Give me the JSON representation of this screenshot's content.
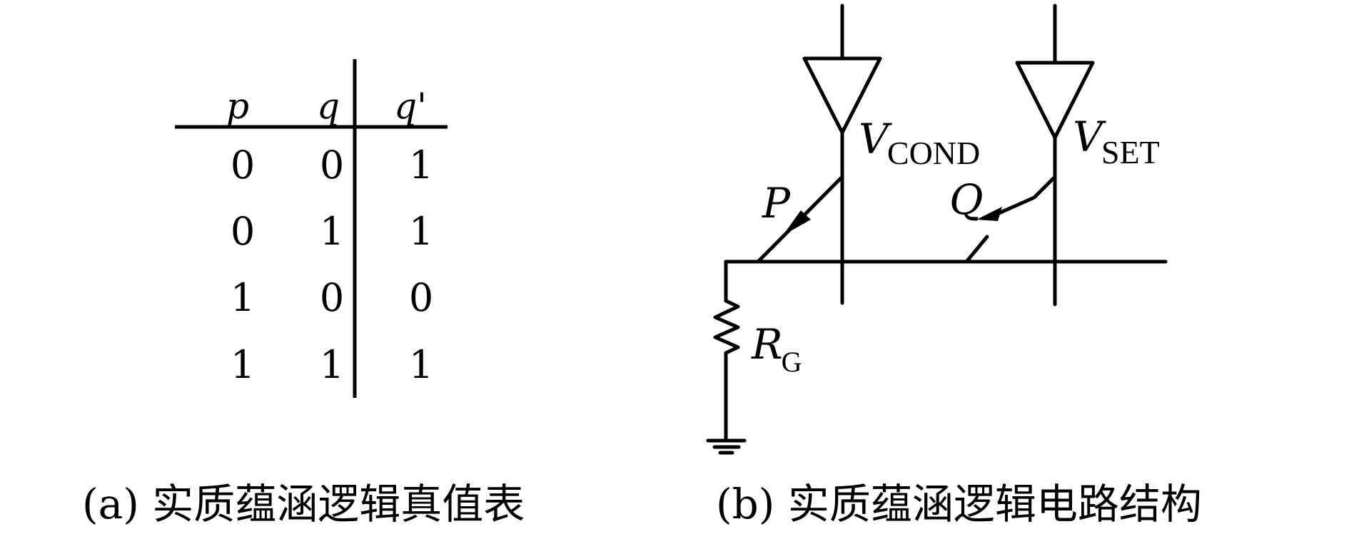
{
  "figure": {
    "panel_a": {
      "caption": "(a) 实质蕴涵逻辑真值表",
      "table": {
        "columns": [
          "p",
          "q",
          "q'"
        ],
        "rows": [
          [
            "0",
            "0",
            "1"
          ],
          [
            "0",
            "1",
            "1"
          ],
          [
            "1",
            "0",
            "0"
          ],
          [
            "1",
            "1",
            "1"
          ]
        ]
      }
    },
    "panel_b": {
      "caption": "(b) 实质蕴涵逻辑电路结构",
      "labels": {
        "vcond_main": "V",
        "vcond_sub": "COND",
        "vset_main": "V",
        "vset_sub": "SET",
        "switch_p": "P",
        "switch_q": "Q",
        "resistor_main": "R",
        "resistor_sub": "G"
      },
      "components": [
        "voltage-source-vcond",
        "voltage-source-vset",
        "memristor-switch-p",
        "memristor-switch-q",
        "resistor-rg",
        "ground"
      ]
    }
  }
}
